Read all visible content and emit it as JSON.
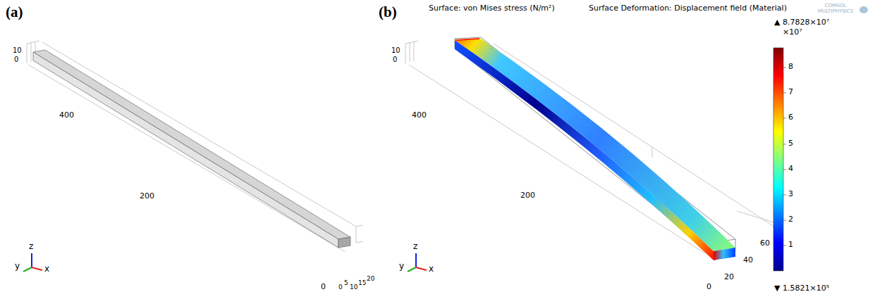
{
  "diagram": {
    "labels": [
      "(a)",
      "(b)",
      "Surface: von Mises stress (N/m²)",
      "Surface Deformation: Displacement field (Material)",
      "COMSOL",
      "MULTIPHYSICS",
      "▲ 8.7828×10⁷",
      "×10⁷",
      "8",
      "7",
      "6",
      "5",
      "4",
      "3",
      "2",
      "1",
      "▼ 1.5821×10⁵",
      "10",
      "0",
      "400",
      "200",
      "0",
      "0",
      "5",
      "10",
      "15",
      "20",
      "y",
      "z",
      "x",
      "10",
      "0",
      "400",
      "200",
      "0",
      "20",
      "40",
      "60",
      "y",
      "z",
      "x"
    ]
  }
}
